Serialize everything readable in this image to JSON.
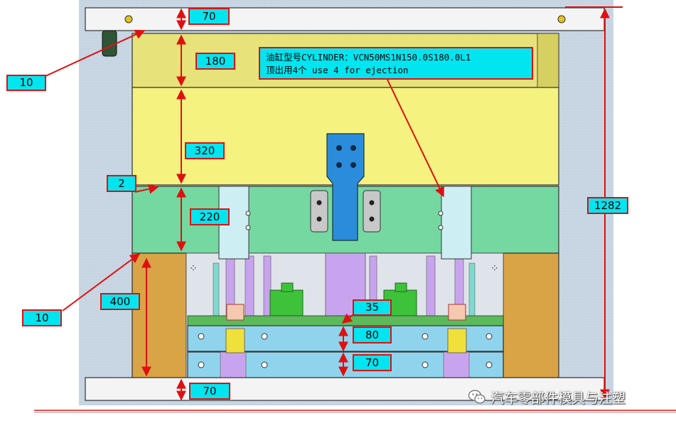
{
  "dimensions": {
    "top_clamp_plate": "70",
    "top_gap": "10",
    "a_plate": "180",
    "b_plate": "320",
    "plate_gap": "2",
    "support_plate": "220",
    "spacer_gap": "10",
    "spacer_block": "400",
    "stroke": "35",
    "ejector_plate": "80",
    "ejector_retainer": "70",
    "bottom_clamp_plate": "70",
    "total_height": "1282"
  },
  "cylinder_note": {
    "line1": "油缸型号CYLINDER：VCN50MS1N150.0S180.0L1",
    "line2": "顶出用4个  use 4 for ejection"
  },
  "watermark": {
    "text": "汽车零部件模具与注塑",
    "icon": "wechat-icon"
  },
  "colors": {
    "label_fill": "#00e5f0",
    "label_border": "#e01010",
    "arrow": "#e01010",
    "background_panel": "#c9d6e4",
    "clamp_plate": "#f4f4f4",
    "a_plate": "#e8e27a",
    "b_plate": "#f6f280",
    "support_plate": "#74d8a0",
    "spacer_block": "#d9a446",
    "ejector_plate": "#8fd4ec",
    "cylinder_block": "#2c8cdc",
    "purple_pins": "#c9a4ee",
    "green_parts": "#3ec23a"
  }
}
